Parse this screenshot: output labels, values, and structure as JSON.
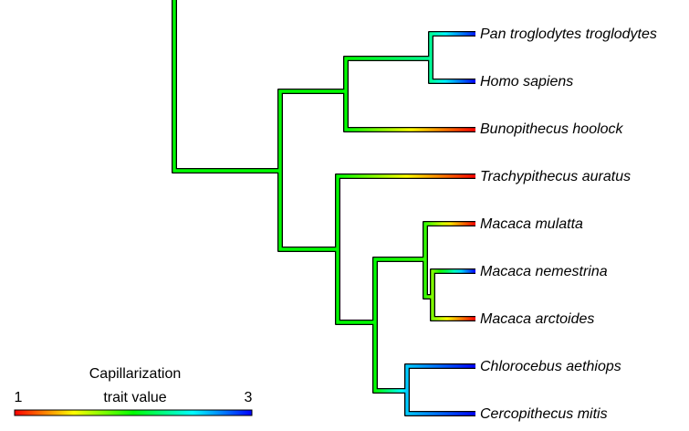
{
  "tips": [
    {
      "id": "pan",
      "label": "Pan troglodytes troglodytes",
      "value": 2.95
    },
    {
      "id": "homo",
      "label": "Homo sapiens",
      "value": 3.0
    },
    {
      "id": "bunopithecus",
      "label": "Bunopithecus hoolock",
      "value": 1.0
    },
    {
      "id": "trachypithecus",
      "label": "Trachypithecus auratus",
      "value": 1.0
    },
    {
      "id": "mulatta",
      "label": "Macaca mulatta",
      "value": 1.0
    },
    {
      "id": "nemestrina",
      "label": "Macaca nemestrina",
      "value": 3.0
    },
    {
      "id": "arctoides",
      "label": "Macaca arctoides",
      "value": 1.0
    },
    {
      "id": "chlorocebus",
      "label": "Chlorocebus aethiops",
      "value": 3.0
    },
    {
      "id": "cercopithecus",
      "label": "Cercopithecus mitis",
      "value": 3.0
    }
  ],
  "legend": {
    "title": "Capillarization",
    "subtitle": "trait value",
    "min_label": "1",
    "max_label": "3",
    "min": 1,
    "max": 3
  },
  "colors": {
    "outline": "#000000",
    "gradient": [
      "#ff0000",
      "#ffff00",
      "#00ff00",
      "#00ffff",
      "#0000ff"
    ]
  }
}
